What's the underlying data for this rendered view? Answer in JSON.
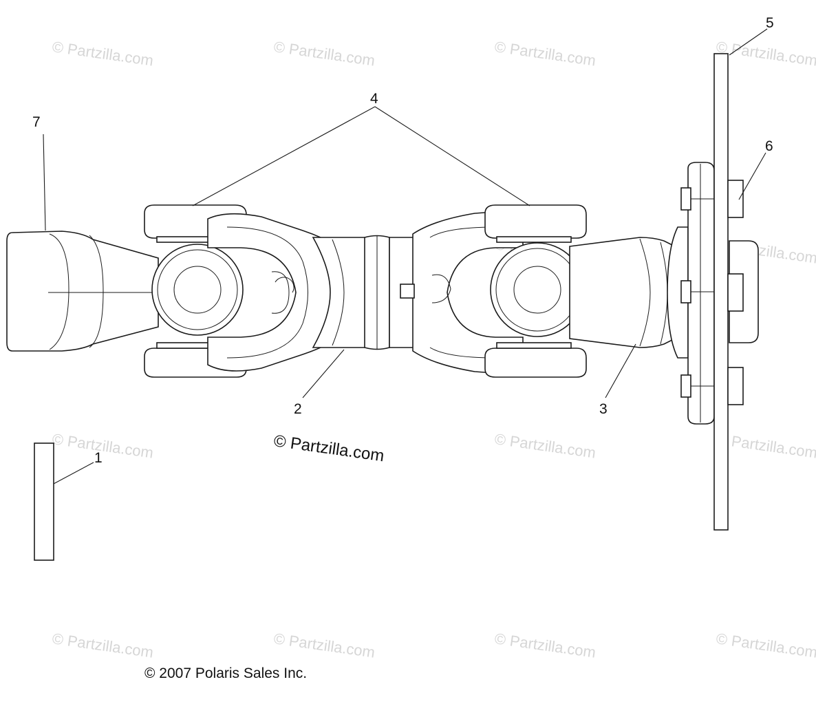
{
  "watermark_text": "© Partzilla.com",
  "center_watermark": "© Partzilla.com",
  "copyright": "© 2007 Polaris Sales Inc.",
  "callouts": [
    {
      "id": "1",
      "label": "1"
    },
    {
      "id": "2",
      "label": "2"
    },
    {
      "id": "3",
      "label": "3"
    },
    {
      "id": "4",
      "label": "4"
    },
    {
      "id": "5",
      "label": "5"
    },
    {
      "id": "6",
      "label": "6"
    },
    {
      "id": "7",
      "label": "7"
    }
  ]
}
